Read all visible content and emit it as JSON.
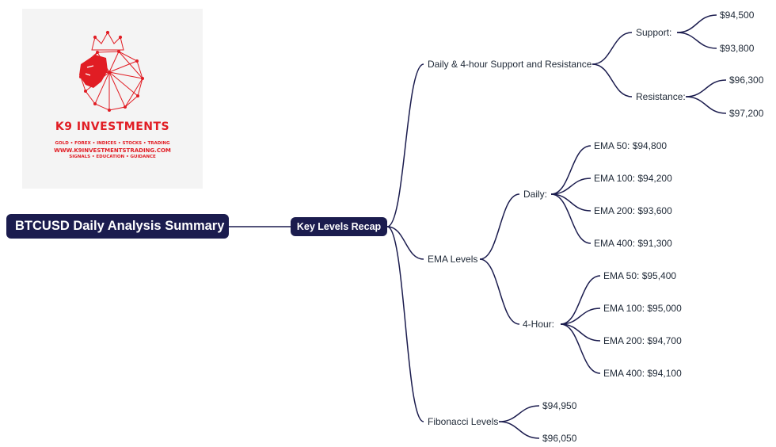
{
  "logo": {
    "title": "K9 INVESTMENTS",
    "line1": "GOLD • FOREX • INDICES • STOCKS • TRADING",
    "line2": "WWW.K9INVESTMENTSTRADING.COM",
    "line3": "SIGNALS • EDUCATION • GUIDANCE",
    "brand_color": "#e11d24"
  },
  "mindmap": {
    "root": "BTCUSD Daily Analysis Summary",
    "topic": "Key Levels Recap",
    "sr": {
      "label": "Daily & 4-hour Support and Resistance",
      "support": {
        "label": "Support:",
        "values": [
          "$94,500",
          "$93,800"
        ]
      },
      "resistance": {
        "label": "Resistance:",
        "values": [
          "$96,300",
          "$97,200"
        ]
      }
    },
    "ema": {
      "label": "EMA Levels",
      "daily": {
        "label": "Daily:",
        "values": [
          "EMA 50: $94,800",
          "EMA 100: $94,200",
          "EMA 200: $93,600",
          "EMA 400: $91,300"
        ]
      },
      "four_hour": {
        "label": "4-Hour:",
        "values": [
          "EMA 50: $95,400",
          "EMA 100: $95,000",
          "EMA 200: $94,700",
          "EMA 400: $94,100"
        ]
      }
    },
    "fib": {
      "label": "Fibonacci Levels",
      "values": [
        "$94,950",
        "$96,050"
      ]
    },
    "colors": {
      "pill": "#1b1c4e",
      "connector": "#1b1c4e"
    }
  }
}
